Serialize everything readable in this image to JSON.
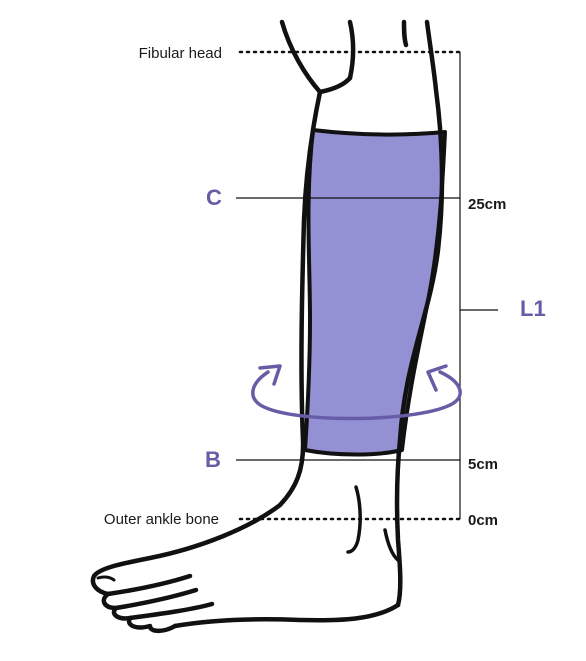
{
  "colors": {
    "accent": "#675ca6",
    "sleeve": "#9391d4",
    "outline": "#111111"
  },
  "labels": {
    "fibular_head": "Fibular head",
    "outer_ankle_bone": "Outer ankle bone",
    "point_c": "C",
    "point_b": "B",
    "length_l1": "L1",
    "mark_25": "25cm",
    "mark_5": "5cm",
    "mark_0": "0cm"
  },
  "icons": {
    "rotation": "circumference-arrow-icon"
  }
}
